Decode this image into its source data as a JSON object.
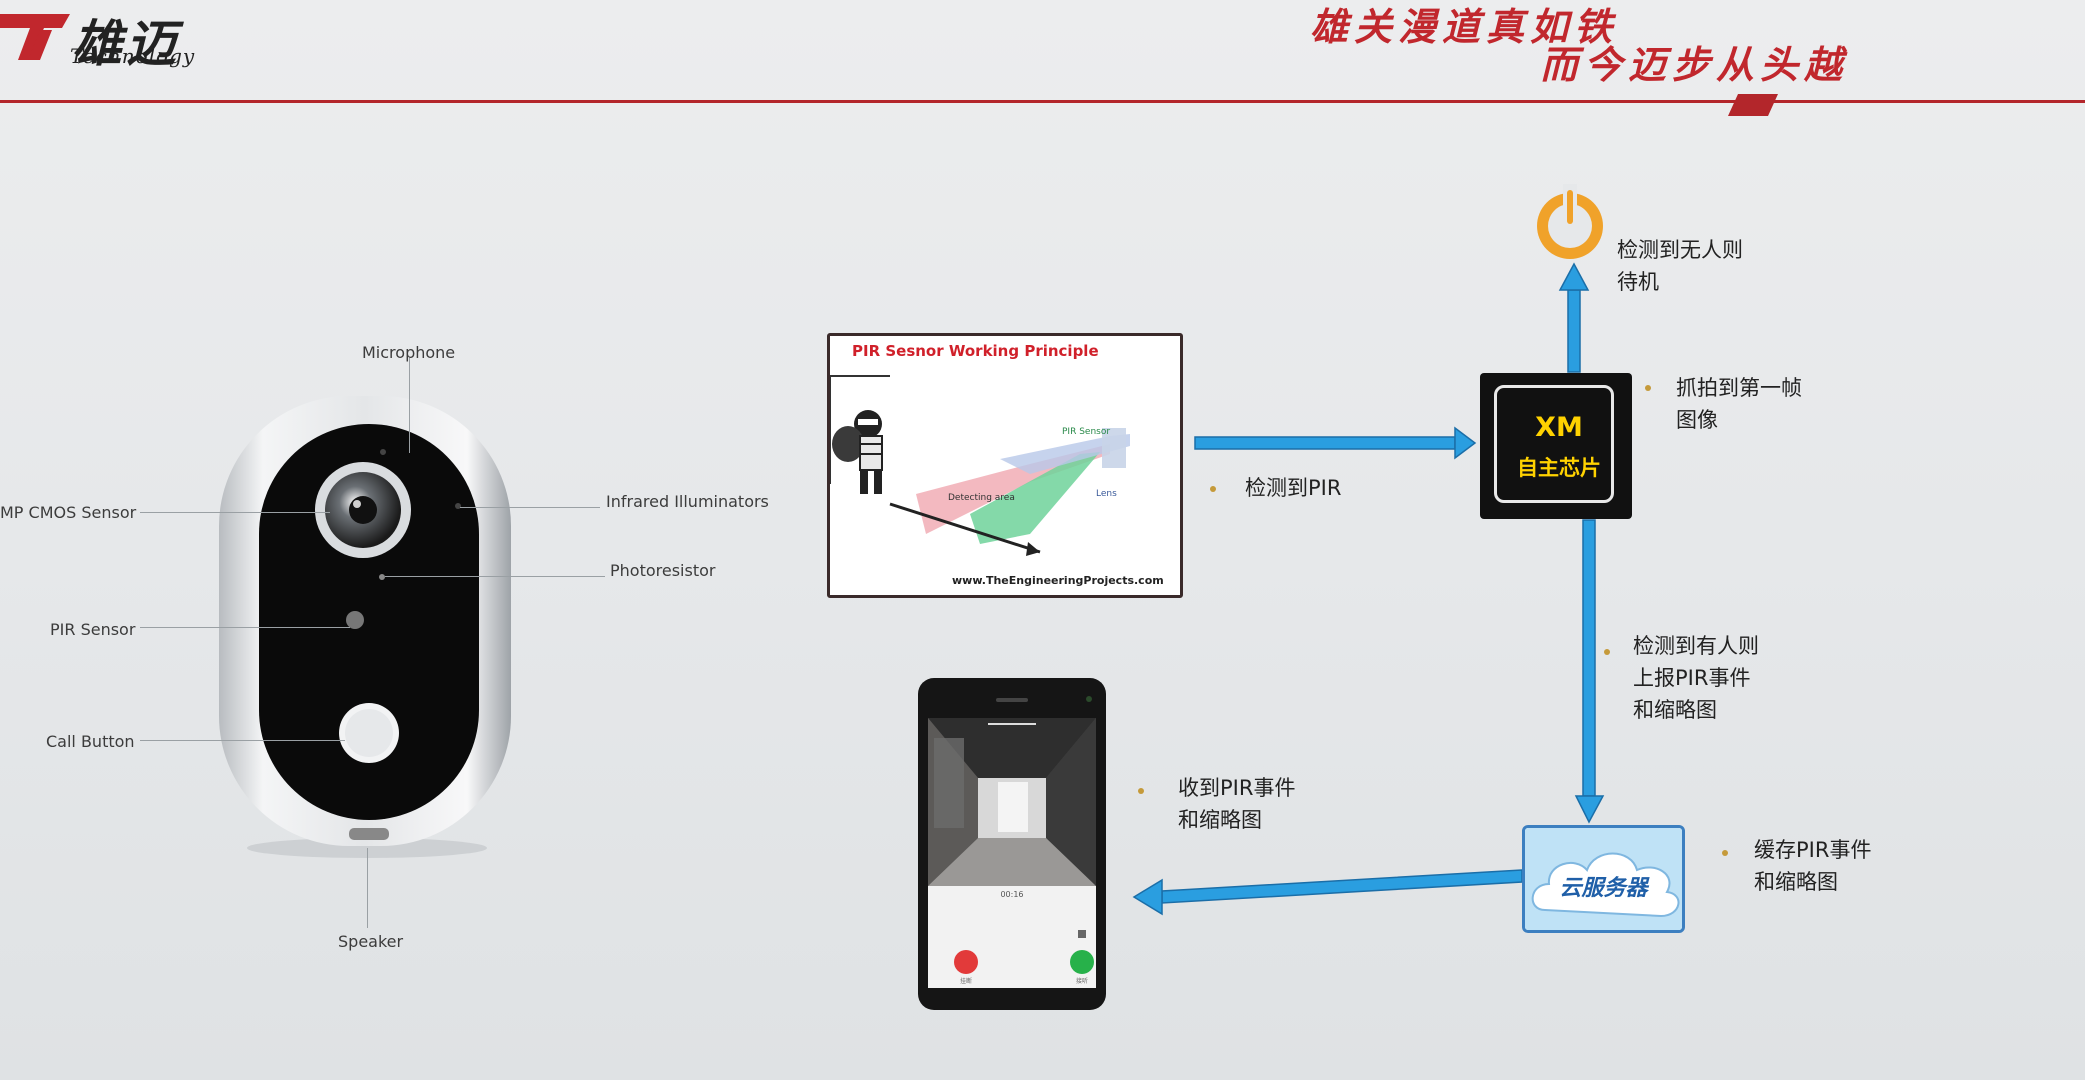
{
  "header": {
    "logo_cn": "雄迈",
    "logo_en": "Technology",
    "slogan_line1": "雄关漫道真如铁",
    "slogan_line2": "而今迈步从头越",
    "brand_color": "#c1272d"
  },
  "doorbell": {
    "labels": {
      "microphone": "Microphone",
      "cmos_sensor": "MP CMOS Sensor",
      "infrared": "Infrared Illuminators",
      "photoresistor": "Photoresistor",
      "pir_sensor": "PIR Sensor",
      "call_button": "Call Button",
      "speaker": "Speaker"
    }
  },
  "pir_card": {
    "title": "PIR Sesnor Working Principle",
    "sensor_label": "PIR Sensor",
    "detecting_area": "Detecting area",
    "lens_label": "Lens",
    "url": "www.TheEngineeringProjects.com"
  },
  "chip": {
    "title": "XM",
    "subtitle": "自主芯片"
  },
  "cloud": {
    "label": "云服务器"
  },
  "phone": {
    "time": "00:16",
    "decline_label": "挂断",
    "accept_label": "接听"
  },
  "flow": {
    "detect_pir": "检测到PIR",
    "standby_line1": "检测到无人则",
    "standby_line2": "待机",
    "capture_line1": "抓拍到第一帧",
    "capture_line2": "图像",
    "report_line1": "检测到有人则",
    "report_line2": "上报PIR事件",
    "report_line3": "和缩略图",
    "cache_line1": "缓存PIR事件",
    "cache_line2": "和缩略图",
    "receive_line1": "收到PIR事件",
    "receive_line2": "和缩略图"
  },
  "colors": {
    "arrow": "#2a9ee0",
    "power_icon": "#f0a22a",
    "chip_text": "#ffd200",
    "bullet": "#c59a3a"
  }
}
